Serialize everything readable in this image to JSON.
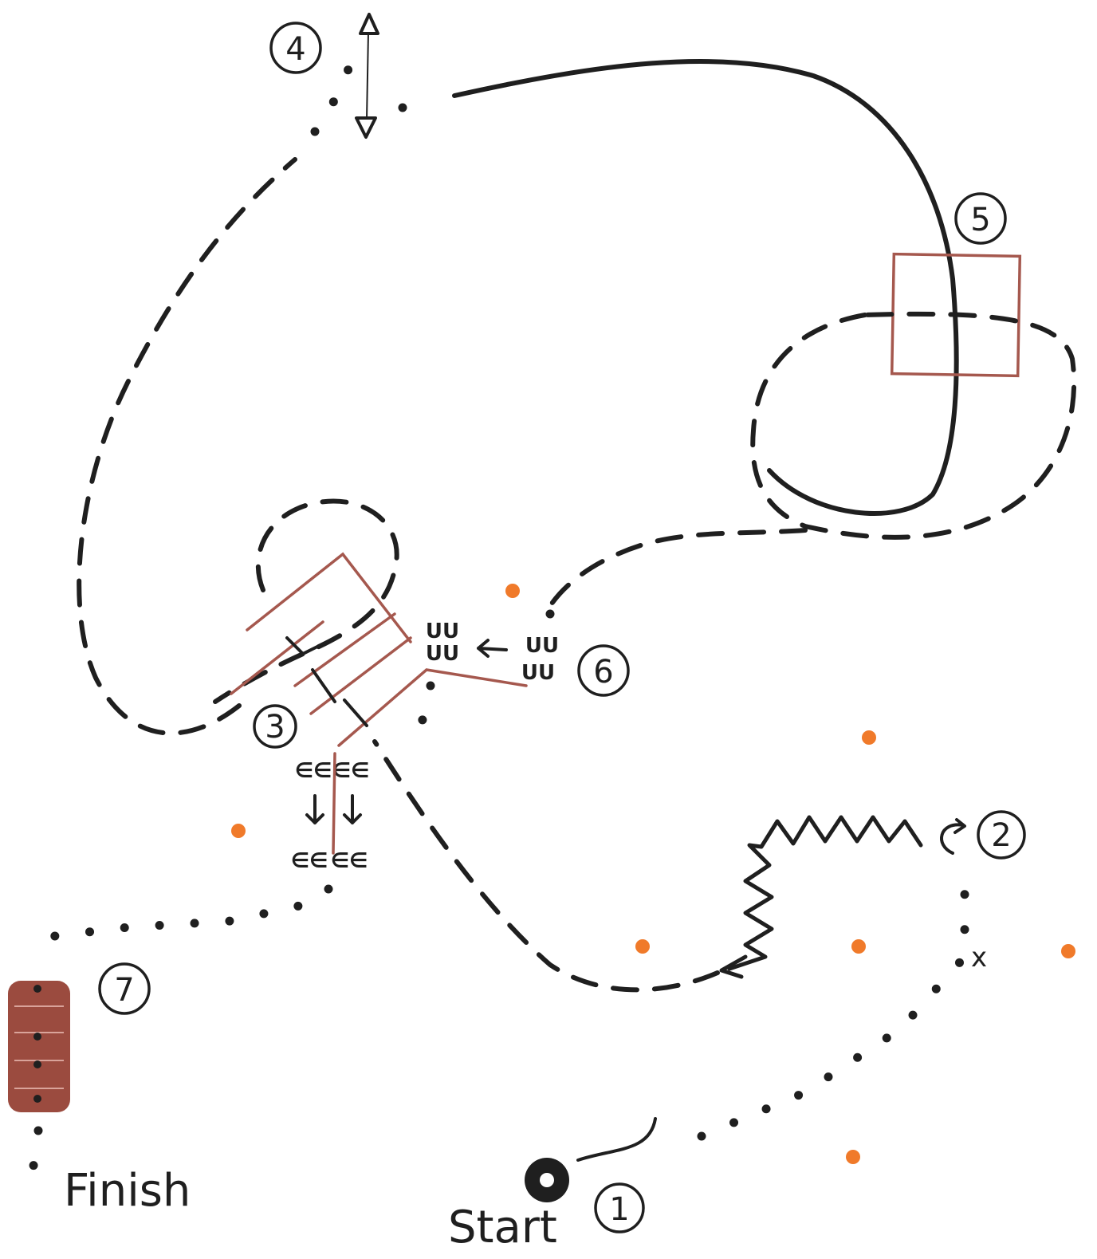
{
  "labels": {
    "start": "Start",
    "finish": "Finish"
  },
  "stations": {
    "s1": "1",
    "s2": "2",
    "s3": "3",
    "s4": "4",
    "s5": "5",
    "s6": "6",
    "s7": "7"
  },
  "pole_marks": {
    "weave_upper_row1": "UU",
    "weave_upper_row2": "UU",
    "weave_right_row1": "UU",
    "weave_right_row2": "UU",
    "weave_left_top": "∈∈",
    "weave_left_bottom": "∈∈",
    "weave_right_top": "∈∈",
    "weave_right_bottom": "∈∈",
    "cross": "x"
  },
  "colors": {
    "ink": "#1f1f1f",
    "obstacle": "#a5584e",
    "cone": "#f07a2a",
    "barrel": "#9b4b3f"
  }
}
